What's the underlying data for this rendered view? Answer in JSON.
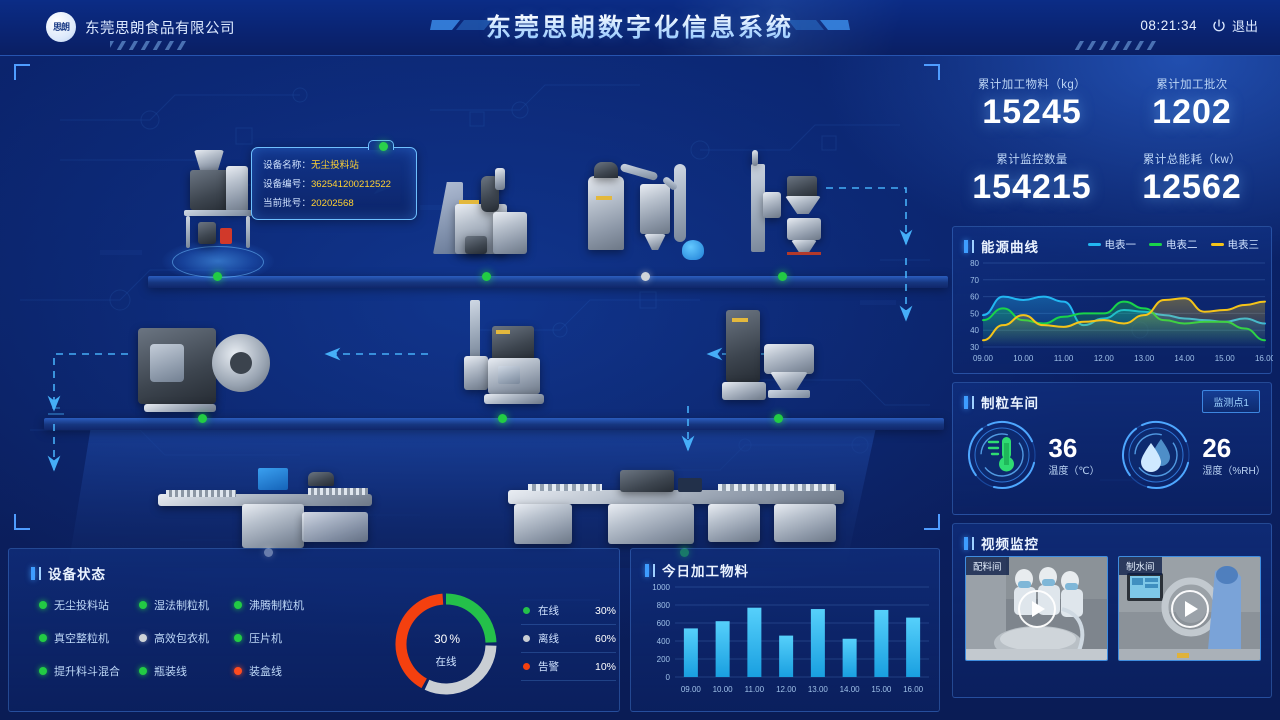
{
  "header": {
    "logo_text": "思朗",
    "brand": "东莞思朗食品有限公司",
    "title": "东莞思朗数字化信息系统",
    "clock": "08:21:34",
    "logout_label": "退出",
    "power_icon": "power-icon"
  },
  "tooltip": {
    "rows": [
      {
        "key": "设备名称：",
        "value": "无尘投料站"
      },
      {
        "key": "设备编号：",
        "value": "362541200212522"
      },
      {
        "key": "当前批号：",
        "value": "20202568"
      }
    ]
  },
  "kpis": [
    {
      "label": "累计加工物料（kg）",
      "value": "15245"
    },
    {
      "label": "累计加工批次",
      "value": "1202"
    },
    {
      "label": "累计监控数量",
      "value": "154215"
    },
    {
      "label": "累计总能耗（kw）",
      "value": "12562"
    }
  ],
  "energy": {
    "title": "能源曲线",
    "legend": [
      {
        "name": "电表一",
        "color": "#22b7f2"
      },
      {
        "name": "电表二",
        "color": "#19d44a"
      },
      {
        "name": "电表三",
        "color": "#f5c419"
      }
    ]
  },
  "workshop": {
    "title": "制粒车间",
    "point_button": "监测点1",
    "temperature": {
      "value": "36",
      "label": "温度（℃）",
      "icon": "thermometer-icon"
    },
    "humidity": {
      "value": "26",
      "label": "湿度（%RH）",
      "icon": "water-drop-icon"
    }
  },
  "video": {
    "title": "视频监控",
    "tiles": [
      {
        "tag": "配料间",
        "play_icon": "play-icon"
      },
      {
        "tag": "制水间",
        "play_icon": "play-icon"
      }
    ]
  },
  "equipment_status": {
    "title": "设备状态",
    "items": [
      {
        "label": "无尘投料站",
        "state": "online",
        "color": "#22cc44"
      },
      {
        "label": "湿法制粒机",
        "state": "online",
        "color": "#22cc44"
      },
      {
        "label": "沸腾制粒机",
        "state": "online",
        "color": "#22cc44"
      },
      {
        "label": "真空整粒机",
        "state": "online",
        "color": "#22cc44"
      },
      {
        "label": "高效包衣机",
        "state": "offline",
        "color": "#cfd4d8"
      },
      {
        "label": "压片机",
        "state": "online",
        "color": "#22cc44"
      },
      {
        "label": "提升料斗混合",
        "state": "online",
        "color": "#22cc44"
      },
      {
        "label": "瓶装线",
        "state": "online",
        "color": "#22cc44"
      },
      {
        "label": "装盒线",
        "state": "alarm",
        "color": "#ff4b1f"
      }
    ]
  },
  "today_material": {
    "title": "今日加工物料"
  },
  "process_dots": [
    {
      "state": "online"
    },
    {
      "state": "online"
    },
    {
      "state": "offline"
    },
    {
      "state": "online"
    },
    {
      "state": "online"
    },
    {
      "state": "online"
    },
    {
      "state": "online"
    },
    {
      "state": "offline"
    },
    {
      "state": "online"
    }
  ],
  "chart_data": [
    {
      "type": "line",
      "title": "能源曲线",
      "x": [
        "09:00",
        "10:00",
        "11:00",
        "12:00",
        "13:00",
        "14:00",
        "15:00",
        "16:00"
      ],
      "ylim": [
        30,
        80
      ],
      "yticks": [
        30,
        40,
        50,
        60,
        70,
        80
      ],
      "xlabel": "",
      "ylabel": "",
      "grid": true,
      "legend_position": "top-right",
      "series": [
        {
          "name": "电表一",
          "color": "#22b7f2",
          "values": [
            49,
            60,
            58,
            60,
            57,
            43,
            47,
            52,
            51,
            49,
            47,
            46,
            45,
            47,
            44
          ]
        },
        {
          "name": "电表二",
          "color": "#19d44a",
          "values": [
            46,
            53,
            46,
            44,
            48,
            50,
            50,
            57,
            53,
            46,
            44,
            45,
            45,
            41,
            34
          ]
        },
        {
          "name": "电表三",
          "color": "#f5c419",
          "values": [
            34,
            43,
            49,
            43,
            42,
            45,
            46,
            44,
            49,
            58,
            59,
            51,
            52,
            55,
            57
          ]
        }
      ]
    },
    {
      "type": "bar",
      "title": "今日加工物料",
      "categories": [
        "09:00",
        "10:00",
        "11:00",
        "12:00",
        "13:00",
        "14:00",
        "15:00",
        "16:00"
      ],
      "values": [
        540,
        620,
        770,
        460,
        755,
        425,
        745,
        660
      ],
      "yticks": [
        0,
        200,
        400,
        600,
        800,
        1000
      ],
      "ylim": [
        0,
        1000
      ],
      "xlabel": "",
      "ylabel": "",
      "grid": true,
      "bar_color": "#2eb6f0"
    },
    {
      "type": "pie",
      "title": "设备状态",
      "center_value": "30",
      "center_unit": "%",
      "center_label": "在线",
      "labels": [
        "在线",
        "离线",
        "告警"
      ],
      "values": [
        30,
        60,
        10
      ],
      "display_percents": [
        "30%",
        "60%",
        "10%"
      ],
      "colors": [
        "#24c04a",
        "#c9ced4",
        "#f4400f"
      ]
    }
  ]
}
